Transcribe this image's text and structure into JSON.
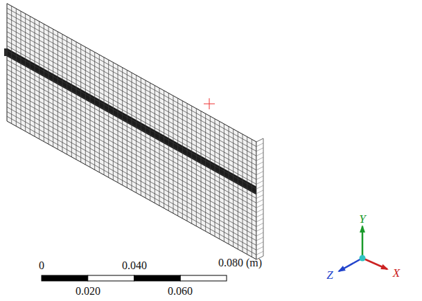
{
  "diagram": {
    "labels": [
      "0",
      "0.040",
      "0.080 (m)",
      "0.020",
      "0.060",
      "Y",
      "Z",
      "X"
    ]
  }
}
